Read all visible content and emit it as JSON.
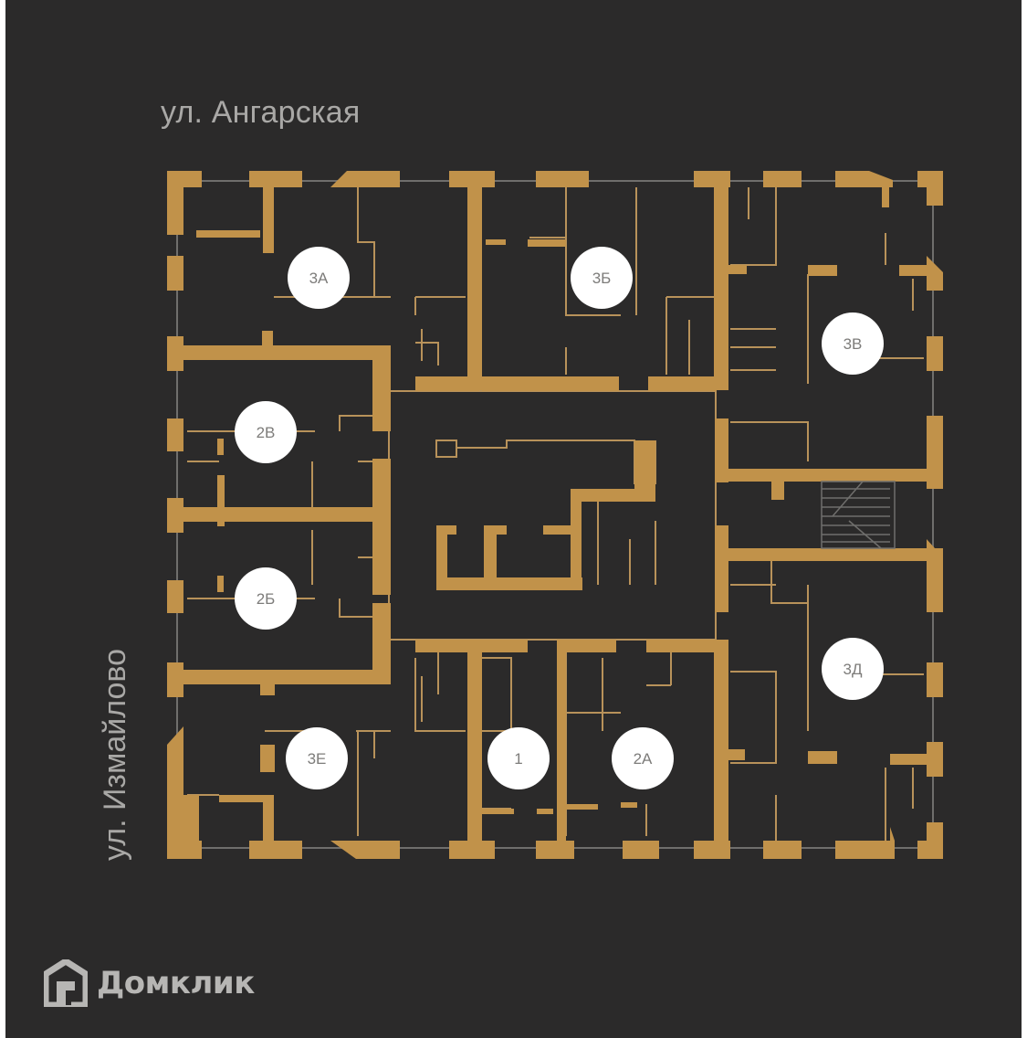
{
  "streets": {
    "top": "ул. Ангарская",
    "left": "ул. Измайлово"
  },
  "apartments": [
    {
      "id": "3a",
      "label": "3А"
    },
    {
      "id": "3b",
      "label": "3Б"
    },
    {
      "id": "3v",
      "label": "3В"
    },
    {
      "id": "2v",
      "label": "2В"
    },
    {
      "id": "2b",
      "label": "2Б"
    },
    {
      "id": "3d",
      "label": "3Д"
    },
    {
      "id": "3e",
      "label": "3Е"
    },
    {
      "id": "1",
      "label": "1"
    },
    {
      "id": "2a",
      "label": "2А"
    }
  ],
  "brand": {
    "name": "Домклик",
    "icon": "domclick-house-icon"
  },
  "colors": {
    "background": "#2b2a2a",
    "walls": "#c1924a",
    "label_circle": "#ffffff",
    "street_text": "#a9a8a6"
  }
}
